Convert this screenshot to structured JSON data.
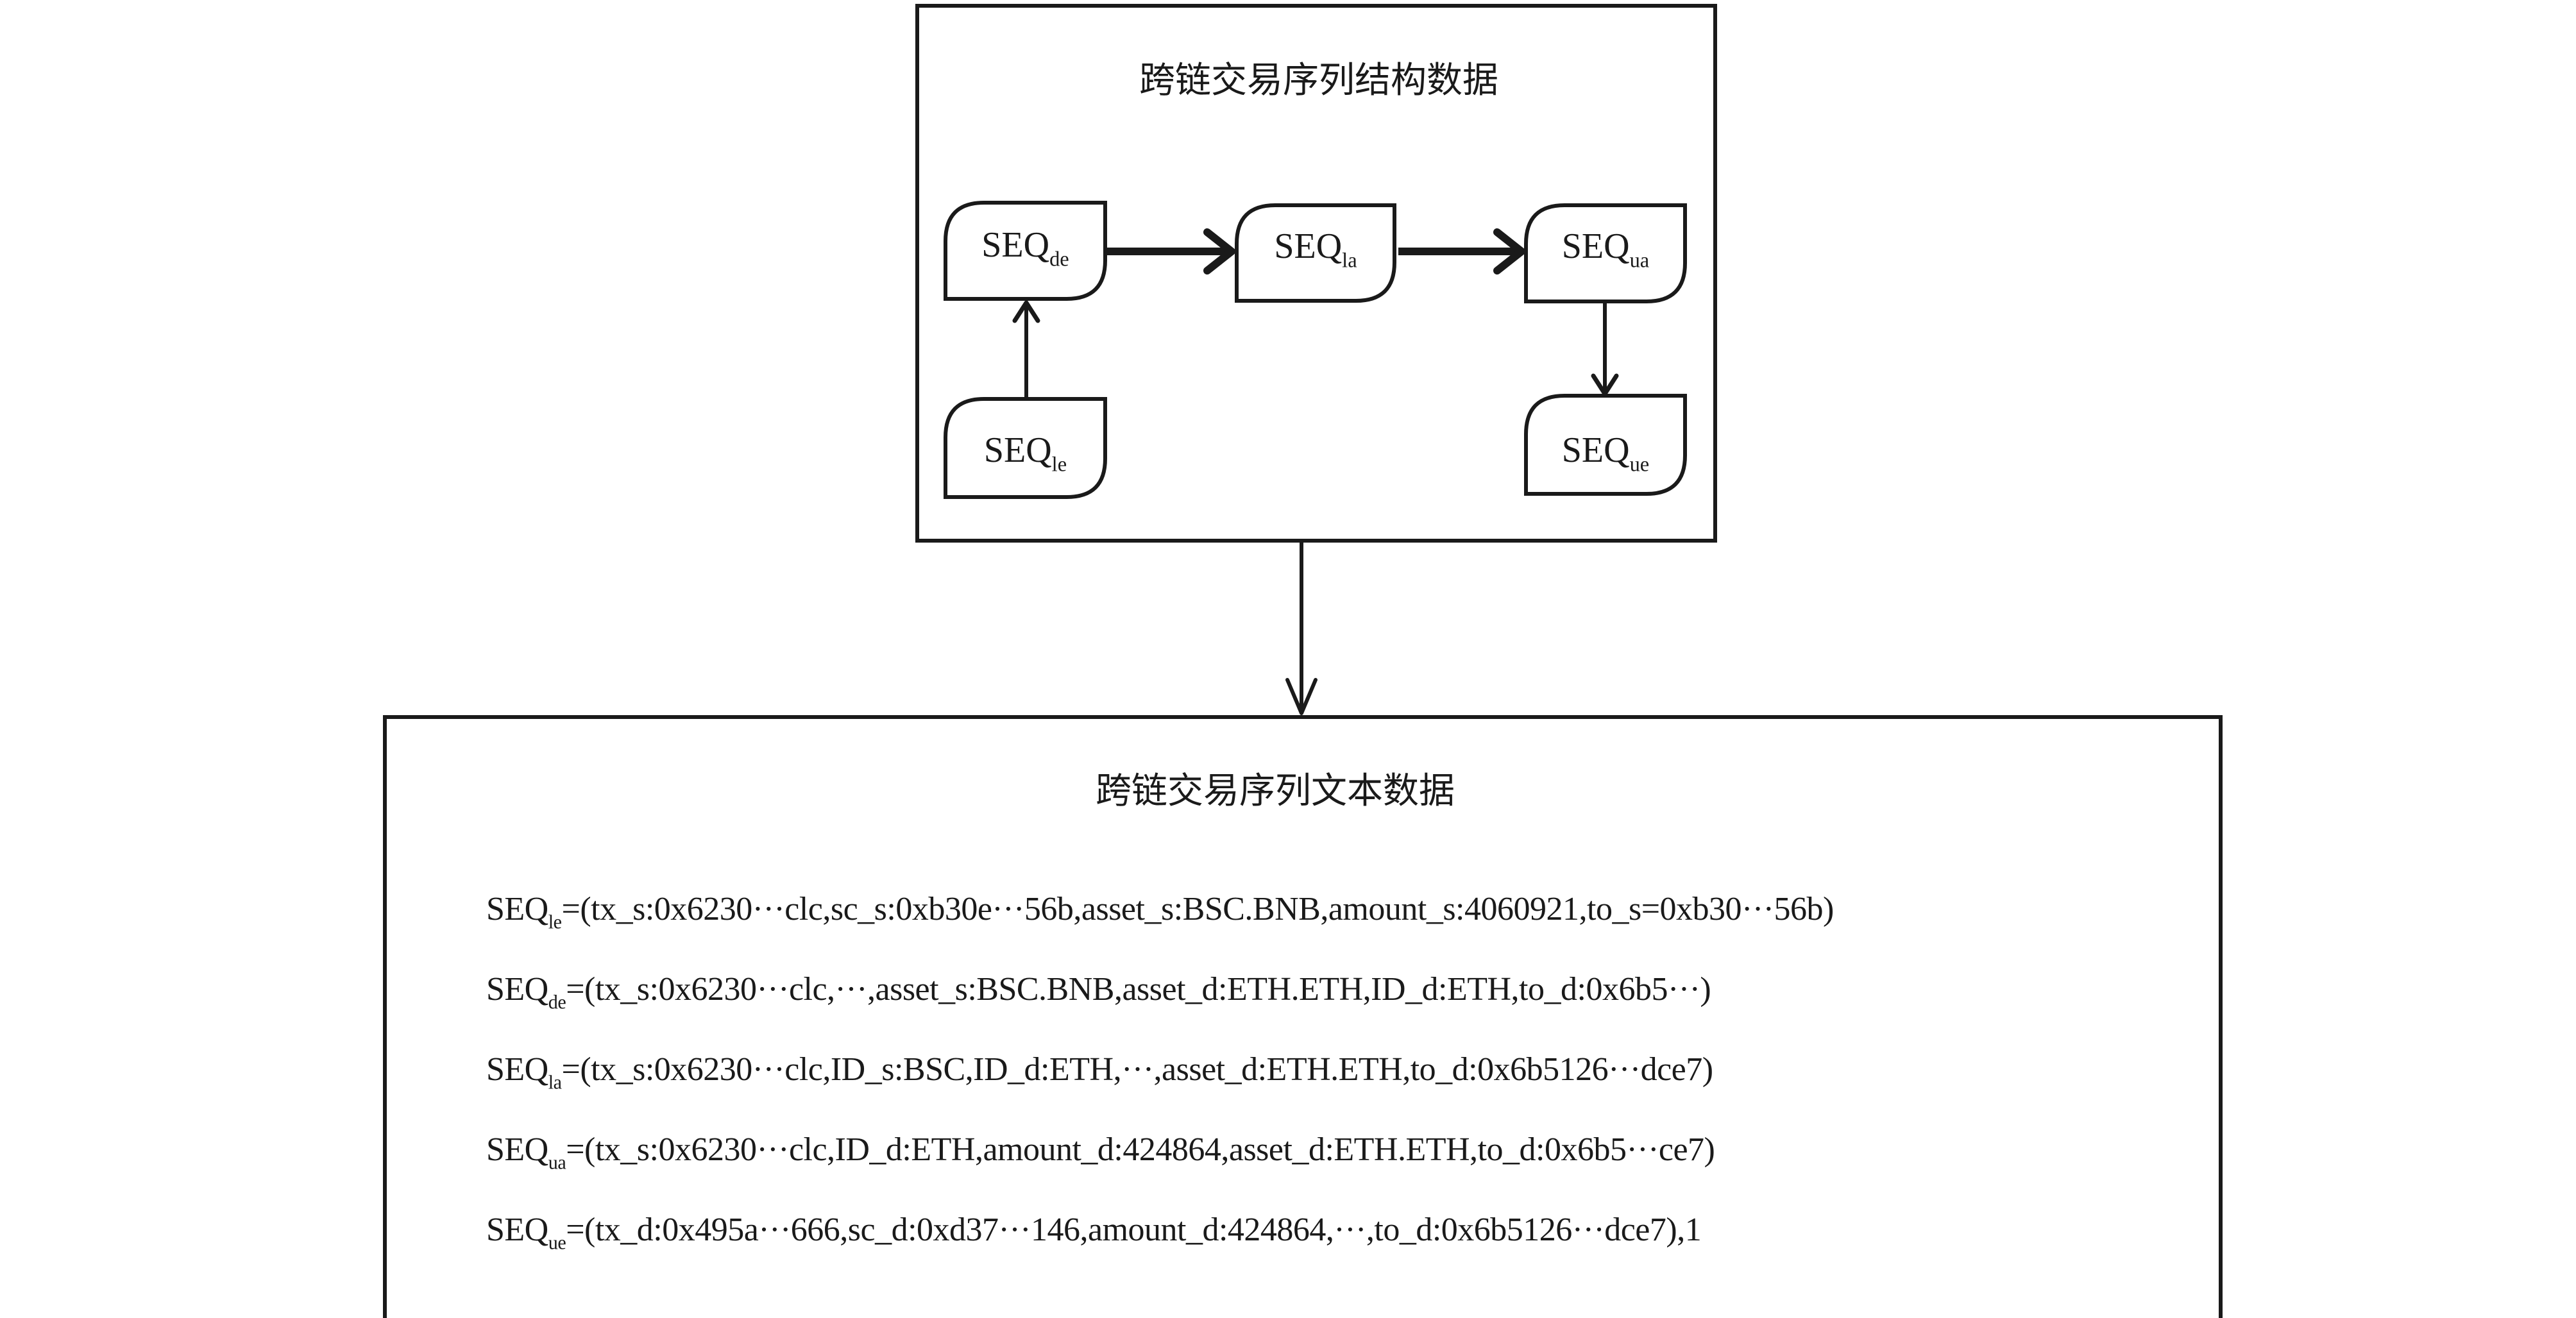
{
  "structure_box": {
    "title": "跨链交易序列结构数据",
    "nodes": {
      "de": {
        "base": "SEQ",
        "sub": "de"
      },
      "la": {
        "base": "SEQ",
        "sub": "la"
      },
      "ua": {
        "base": "SEQ",
        "sub": "ua"
      },
      "le": {
        "base": "SEQ",
        "sub": "le"
      },
      "ue": {
        "base": "SEQ",
        "sub": "ue"
      }
    },
    "edges": [
      {
        "from": "le",
        "to": "de"
      },
      {
        "from": "de",
        "to": "la"
      },
      {
        "from": "la",
        "to": "ua"
      },
      {
        "from": "ua",
        "to": "ue"
      }
    ]
  },
  "text_box": {
    "title": "跨链交易序列文本数据",
    "lines": [
      {
        "base": "SEQ",
        "sub": "le",
        "text": "=(tx_s:0x6230···clc,sc_s:0xb30e···56b,asset_s:BSC.BNB,amount_s:4060921,to_s=0xb30···56b)"
      },
      {
        "base": "SEQ",
        "sub": "de",
        "text": "=(tx_s:0x6230···clc,···,asset_s:BSC.BNB,asset_d:ETH.ETH,ID_d:ETH,to_d:0x6b5···)"
      },
      {
        "base": "SEQ",
        "sub": "la",
        "text": "=(tx_s:0x6230···clc,ID_s:BSC,ID_d:ETH,···,asset_d:ETH.ETH,to_d:0x6b5126···dce7)"
      },
      {
        "base": "SEQ",
        "sub": "ua",
        "text": "=(tx_s:0x6230···clc,ID_d:ETH,amount_d:424864,asset_d:ETH.ETH,to_d:0x6b5···ce7)"
      },
      {
        "base": "SEQ",
        "sub": "ue",
        "text": "=(tx_d:0x495a···666,sc_d:0xd37···146,amount_d:424864,···,to_d:0x6b5126···dce7),1"
      }
    ]
  },
  "connector": {
    "from": "structure_box",
    "to": "text_box"
  }
}
